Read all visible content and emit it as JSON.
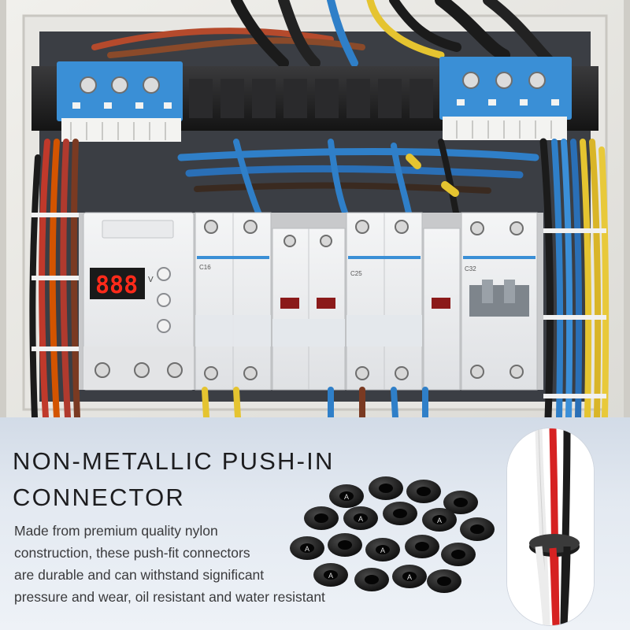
{
  "headline": {
    "line1": "NON-METALLIC PUSH-IN",
    "line2": "CONNECTOR"
  },
  "description": [
    "Made from premium quality nylon",
    "construction, these push-fit connectors",
    "are durable and can withstand significant",
    "pressure and wear, oil resistant and water resistant"
  ],
  "photo": {
    "meter_display": "888",
    "meter_unit": "V",
    "breaker_labels": [
      "C16",
      "C25",
      "C32"
    ],
    "colors": {
      "panel": "#ecebe7",
      "terminal_blue": "#3a8fd6",
      "wire_blue": "#2f7fc8",
      "wire_yellow": "#e5c430",
      "wire_red": "#c0392b",
      "wire_black": "#1b1b1b"
    }
  },
  "bottom_panel": {
    "background": "#e3e9f1",
    "text_color": "#1d1d1f"
  }
}
